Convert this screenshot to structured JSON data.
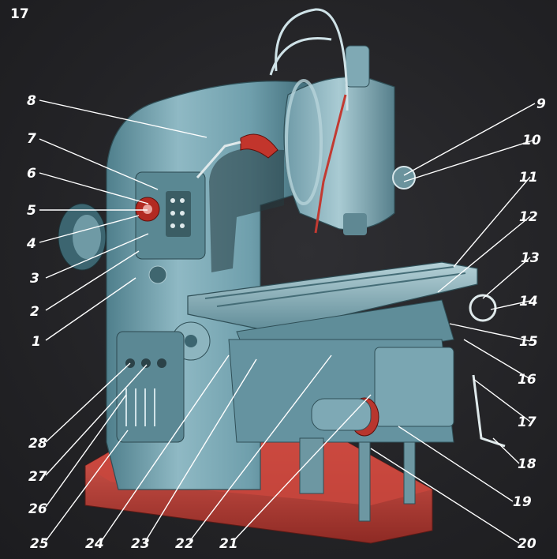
{
  "figure_number": "17",
  "labels": [
    "1",
    "2",
    "3",
    "4",
    "5",
    "6",
    "7",
    "8",
    "9",
    "10",
    "11",
    "12",
    "13",
    "14",
    "15",
    "16",
    "17",
    "18",
    "19",
    "20",
    "21",
    "22",
    "23",
    "24",
    "25",
    "26",
    "27",
    "28"
  ]
}
